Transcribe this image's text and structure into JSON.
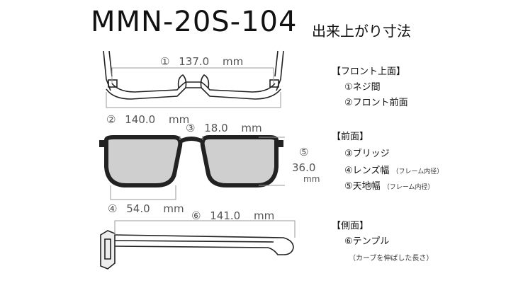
{
  "title": {
    "model": "MMN-20S-104",
    "subtitle": "出来上がり寸法"
  },
  "dimensions": {
    "screw_distance": {
      "marker": "①",
      "value": "137.0",
      "unit": "mm"
    },
    "front_width": {
      "marker": "②",
      "value": "140.0",
      "unit": "mm"
    },
    "bridge": {
      "marker": "③",
      "value": "18.0",
      "unit": "mm"
    },
    "lens_width": {
      "marker": "④",
      "value": "54.0",
      "unit": "mm"
    },
    "lens_height": {
      "marker": "⑤",
      "value": "36.0",
      "unit": "mm"
    },
    "temple": {
      "marker": "⑥",
      "value": "141.0",
      "unit": "mm"
    }
  },
  "legend": {
    "front_top": {
      "header": "【フロント上面】",
      "items": [
        "①ネジ間",
        "②フロント前面"
      ]
    },
    "front": {
      "header": "【前面】",
      "items": [
        {
          "label": "③ブリッジ",
          "note": ""
        },
        {
          "label": "④レンズ幅",
          "note": "（フレーム内径）"
        },
        {
          "label": "⑤天地幅",
          "note": "（フレーム内径）"
        }
      ]
    },
    "side": {
      "header": "【側面】",
      "items": [
        "⑥テンプル"
      ],
      "note": "（カーブを伸ばした長さ）"
    }
  },
  "colors": {
    "line": "#222222",
    "dimension_line": "#999999",
    "lens_fill": "#cfcfcf",
    "accent": "#555555"
  }
}
